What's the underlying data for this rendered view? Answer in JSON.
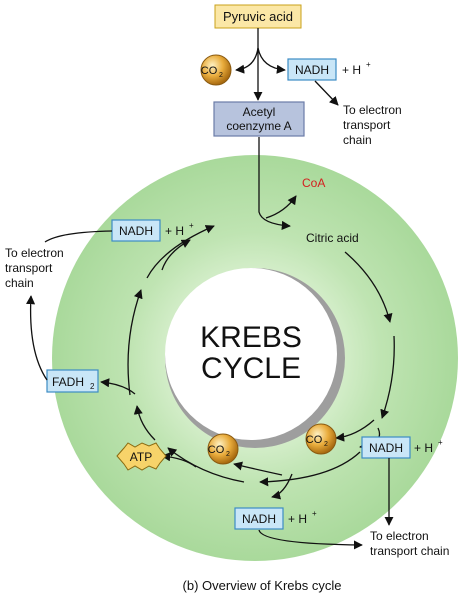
{
  "diagram": {
    "pyruvic_acid": "Pyruvic acid",
    "acetyl_line1": "Acetyl",
    "acetyl_line2": "coenzyme A",
    "coa": "CoA",
    "citric_acid": "Citric acid",
    "center_line1": "KREBS",
    "center_line2": "CYCLE",
    "co2_base": "CO",
    "co2_sub": "2",
    "nadh": "NADH",
    "fadh_base": "FADH",
    "fadh_sub": "2",
    "atp": "ATP",
    "plus_h_base": "+ H",
    "plus_h_sup": "+",
    "ets_line1": "To electron",
    "ets_line2": "transport",
    "ets_line3": "chain",
    "ets_bottom_line1": "To electron",
    "ets_bottom_line2": "transport chain",
    "caption": "(b) Overview of Krebs cycle"
  },
  "colors": {
    "ring_outer": "#a9d99b",
    "ring_inner": "#d7efcd",
    "nadh_fill": "#c9e6f7",
    "nadh_stroke": "#3d8cc4",
    "acetyl_fill": "#b7c3dd",
    "pyruvic_fill": "#fbe7a6",
    "co2_fill": "#e0a030",
    "atp_fill": "#f7d36a",
    "coa_text": "#d42020"
  }
}
